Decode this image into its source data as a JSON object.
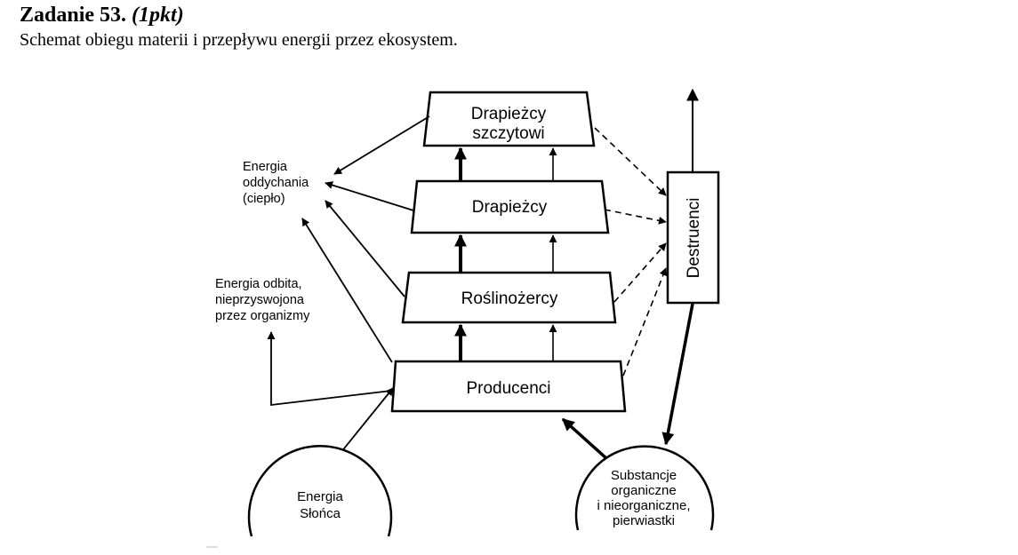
{
  "task": {
    "title": "Zadanie 53.",
    "points": "(1pkt)",
    "description": "Schemat obiegu materii i przepływu energii przez ekosystem."
  },
  "diagram": {
    "levels": {
      "top_predators": [
        "Drapieżcy",
        "szczytowi"
      ],
      "predators": "Drapieżcy",
      "herbivores": "Roślinożercy",
      "producers": "Producenci"
    },
    "decomposers": "Destruenci",
    "respiration_energy": [
      "Energia",
      "oddychania",
      "(ciepło)"
    ],
    "reflected_energy": [
      "Energia odbita,",
      "nieprzyswojona",
      "przez organizmy"
    ],
    "solar_energy": [
      "Energia",
      "Słońca"
    ],
    "substances": [
      "Substancje",
      "organiczne",
      "i nieorganiczne,",
      "pierwiastki"
    ]
  }
}
